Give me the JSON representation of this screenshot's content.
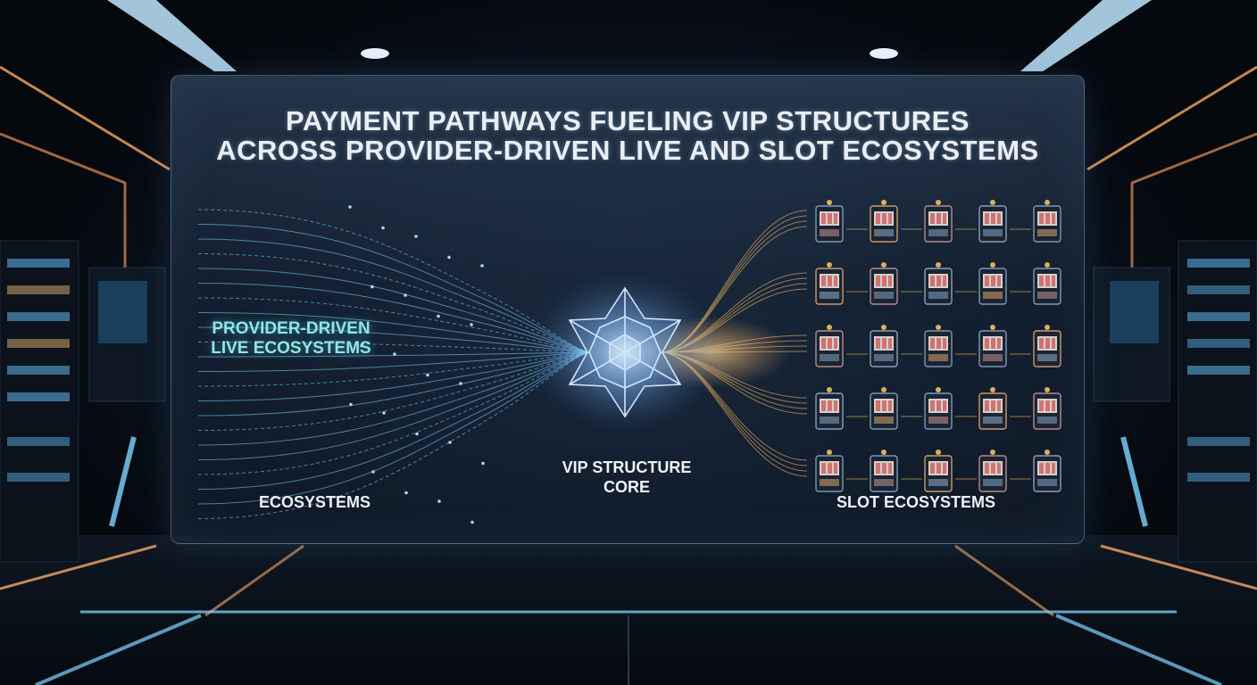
{
  "title": {
    "line1": "PAYMENT PATHWAYS FUELING VIP STRUCTURES",
    "line2": "ACROSS PROVIDER-DRIVEN LIVE AND SLOT ECOSYSTEMS"
  },
  "labels": {
    "live_line1": "PROVIDER-DRIVEN",
    "live_line2": "LIVE ECOSYSTEMS",
    "ecosystems": "ECOSYSTEMS",
    "core_line1": "VIP STRUCTURE",
    "core_line2": "CORE",
    "slot": "SLOT ECOSYSTEMS"
  },
  "colors": {
    "live_stream": "#7fd4ff",
    "slot_stream": "#f0b860",
    "accent_cyan": "#8fe6ea",
    "core": "#b9dcff"
  },
  "icons": {
    "core": "star-network-icon",
    "machine": "slot-machine-icon"
  },
  "slot_grid": {
    "rows": 5,
    "cols": 5
  }
}
